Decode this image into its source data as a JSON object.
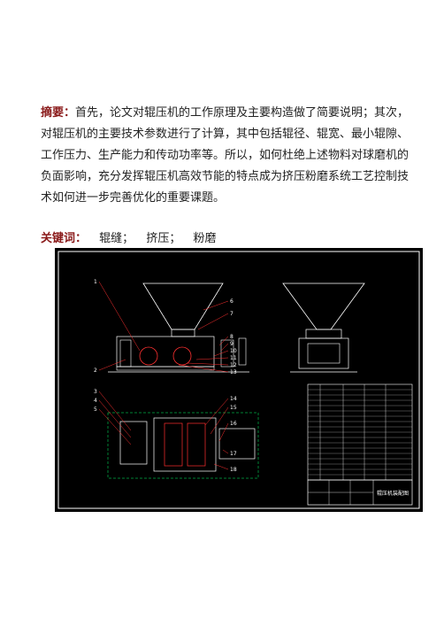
{
  "abstract": {
    "label": "摘要",
    "colon": "：",
    "text": "首先，论文对辊压机的工作原理及主要构造做了简要说明；其次，对辊压机的主要技术参数进行了计算，其中包括辊径、辊宽、最小辊隙、工作压力、生产能力和传动功率等。所以，如何杜绝上述物料对球磨机的负面影响，充分发挥辊压机高效节能的特点成为挤压粉磨系统工艺控制技术如何进一步完善优化的重要课题。"
  },
  "keywords": {
    "label": "关键词",
    "colon": "：",
    "items": [
      "辊缝；",
      "挤压；",
      "粉磨"
    ]
  },
  "drawing": {
    "callouts": [
      "1",
      "2",
      "3",
      "4",
      "5",
      "6",
      "7",
      "8",
      "9",
      "10",
      "11",
      "12",
      "13",
      "14",
      "15",
      "16",
      "17",
      "18"
    ],
    "title_block": "辊压机装配图",
    "colors": {
      "background": "#000000",
      "outline": "#ffffff",
      "part": "#ff3030",
      "leader": "#ff3030",
      "dim": "#00ff66",
      "table": "#ffffff",
      "accent": "#ffff00"
    }
  }
}
